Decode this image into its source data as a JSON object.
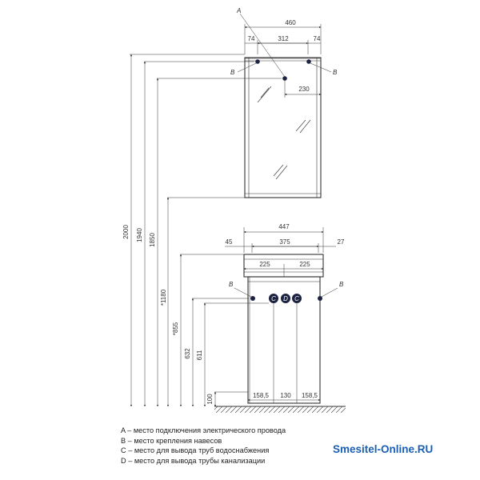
{
  "labels": {
    "a": "A",
    "b": "B",
    "c": "C",
    "d": "D"
  },
  "dimensions": {
    "mirror_width": "460",
    "mirror_side_left": "74",
    "mirror_mount_span": "312",
    "mirror_side_right": "74",
    "mirror_outlet_offset": "230",
    "cabinet_width": "447",
    "cabinet_left": "45",
    "cabinet_inner": "375",
    "cabinet_right": "27",
    "cabinet_half_left": "225",
    "cabinet_half_right": "225",
    "bottom_left": "158,5",
    "bottom_center": "130",
    "bottom_right": "158,5",
    "h_2000": "2000",
    "h_1940": "1940",
    "h_1850": "1850",
    "h_1180": "*1180",
    "h_855": "*855",
    "h_632": "632",
    "h_611": "611",
    "h_100": "100"
  },
  "legend": [
    "A – место подключения электрического провода",
    "B – место крепления навесов",
    "C – место для вывода труб водоснабжения",
    "D – место для вывода трубы канализации"
  ],
  "brand": {
    "text": "Smesitel-Online.RU",
    "color": "#1a5fb4"
  },
  "colors": {
    "line": "#333333",
    "marker": "#1c2340"
  }
}
